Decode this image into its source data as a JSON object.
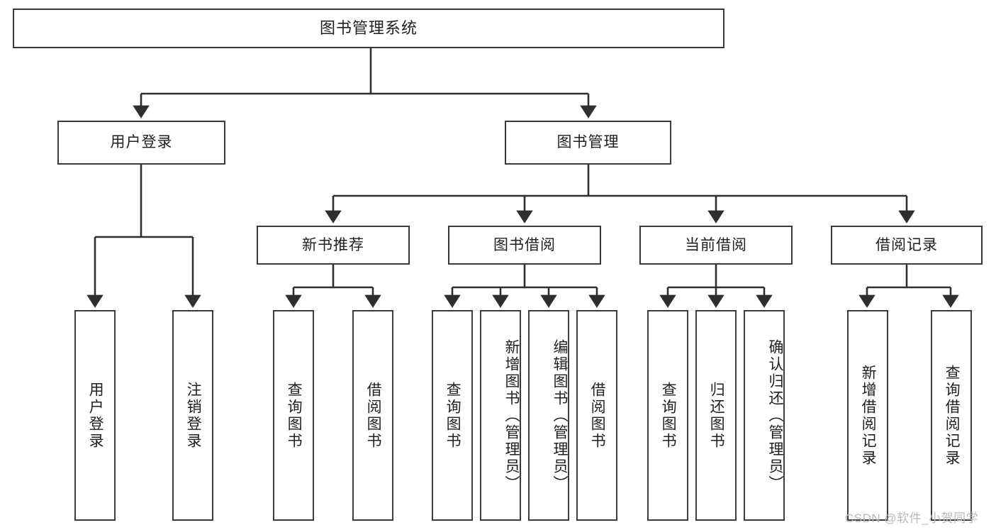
{
  "diagram": {
    "title": "图书管理系统",
    "type": "hierarchy-tree",
    "colors": {
      "box_border": "#3a3a3a",
      "box_fill": "#ffffff",
      "connector": "#2f2f2f",
      "text": "#1f1f1f",
      "watermark": "#b9b9b9"
    },
    "root": {
      "label": "图书管理系统"
    },
    "level2": [
      {
        "label": "用户登录"
      },
      {
        "label": "图书管理"
      }
    ],
    "level3": [
      {
        "label": "新书推荐"
      },
      {
        "label": "图书借阅"
      },
      {
        "label": "当前借阅"
      },
      {
        "label": "借阅记录"
      }
    ],
    "leaves": {
      "user_login": [
        {
          "label": "用户登录"
        },
        {
          "label": "注销登录"
        }
      ],
      "new_book_recommend": [
        {
          "label": "查询图书"
        },
        {
          "label": "借阅图书"
        }
      ],
      "book_borrow": [
        {
          "label": "查询图书"
        },
        {
          "label": "新增图书（管理员）"
        },
        {
          "label": "编辑图书（管理员）"
        },
        {
          "label": "借阅图书"
        }
      ],
      "current_borrow": [
        {
          "label": "查询图书"
        },
        {
          "label": "归还图书"
        },
        {
          "label": "确认归还（管理员）"
        }
      ],
      "borrow_record": [
        {
          "label": "新增借阅记录"
        },
        {
          "label": "查询借阅记录"
        }
      ]
    }
  },
  "watermark": {
    "text": "CSDN @软件_小贺同学"
  }
}
